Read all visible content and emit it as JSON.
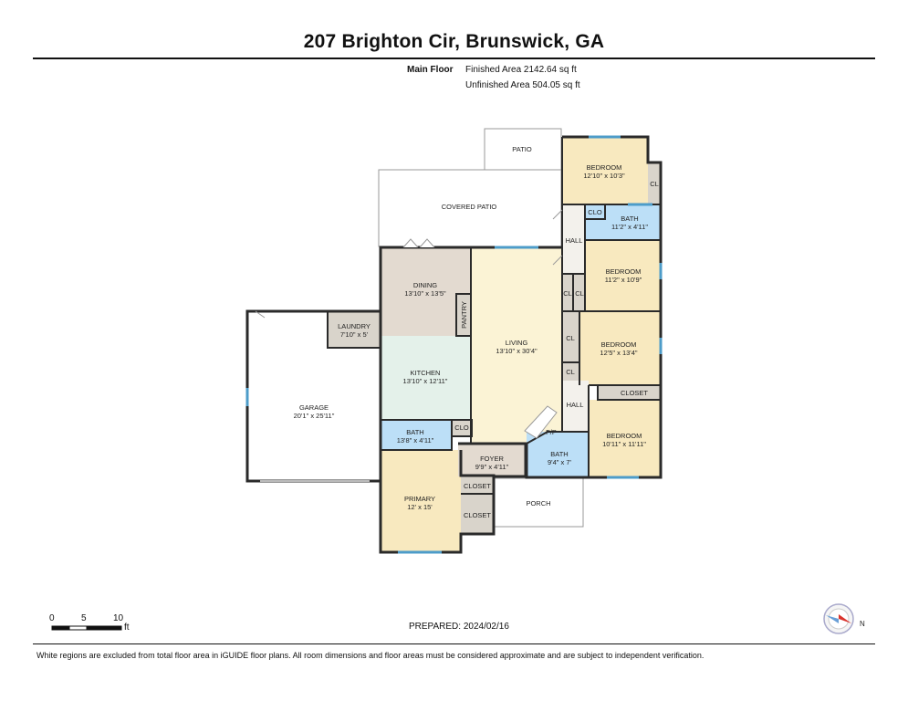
{
  "header": {
    "address": "207 Brighton Cir, Brunswick, GA",
    "floor_label": "Main Floor",
    "finished_area": "Finished Area 2142.64 sq ft",
    "unfinished_area": "Unfinished Area 504.05 sq ft"
  },
  "colors": {
    "bedroom": "#f8e9bf",
    "bath": "#bcdff7",
    "dining": "#e3dad0",
    "kitchen": "#e4f1ea",
    "closet": "#d9d4cb",
    "wall": "#2a2a2a",
    "window": "#4d9cc9"
  },
  "rooms": {
    "patio": {
      "name": "PATIO"
    },
    "covered_patio": {
      "name": "COVERED PATIO"
    },
    "bedroom_1": {
      "name": "BEDROOM",
      "dims": "12'10\" x 10'3\""
    },
    "cl_1": {
      "name": "CL"
    },
    "clo_1": {
      "name": "CLO"
    },
    "bath_1": {
      "name": "BATH",
      "dims": "11'2\" x 4'11\""
    },
    "hall_1": {
      "name": "HALL"
    },
    "bedroom_2": {
      "name": "BEDROOM",
      "dims": "11'2\" x 10'9\""
    },
    "cl_2": {
      "name": "CL"
    },
    "cl_3": {
      "name": "CL"
    },
    "dining": {
      "name": "DINING",
      "dims": "13'10\" x 13'5\""
    },
    "pantry": {
      "name": "PANTRY"
    },
    "living": {
      "name": "LIVING",
      "dims": "13'10\" x 30'4\""
    },
    "laundry": {
      "name": "LAUNDRY",
      "dims": "7'10\" x 5'"
    },
    "cl_4": {
      "name": "CL"
    },
    "bedroom_3": {
      "name": "BEDROOM",
      "dims": "12'5\" x 13'4\""
    },
    "kitchen": {
      "name": "KITCHEN",
      "dims": "13'10\" x 12'11\""
    },
    "cl_5": {
      "name": "CL"
    },
    "closet_1": {
      "name": "CLOSET"
    },
    "hall_2": {
      "name": "HALL"
    },
    "garage": {
      "name": "GARAGE",
      "dims": "20'1\" x 25'11\""
    },
    "bath_2": {
      "name": "BATH",
      "dims": "13'8\" x 4'11\""
    },
    "clo_2": {
      "name": "CLO"
    },
    "fp": {
      "name": "F/P"
    },
    "bath_3": {
      "name": "BATH",
      "dims": "9'4\" x 7'"
    },
    "bedroom_4": {
      "name": "BEDROOM",
      "dims": "10'11\" x 11'11\""
    },
    "foyer": {
      "name": "FOYER",
      "dims": "9'9\" x 4'11\""
    },
    "primary": {
      "name": "PRIMARY",
      "dims": "12' x 15'"
    },
    "closet_2": {
      "name": "CLOSET"
    },
    "closet_3": {
      "name": "CLOSET"
    },
    "porch": {
      "name": "PORCH"
    }
  },
  "scale": {
    "t0": "0",
    "t5": "5",
    "t10": "10",
    "unit": "ft"
  },
  "compass": {
    "label": "N"
  },
  "prepared": "PREPARED: 2024/02/16",
  "footer": "White regions are excluded from total floor area in iGUIDE floor plans. All room dimensions and floor areas must be considered approximate and are subject to independent verification."
}
